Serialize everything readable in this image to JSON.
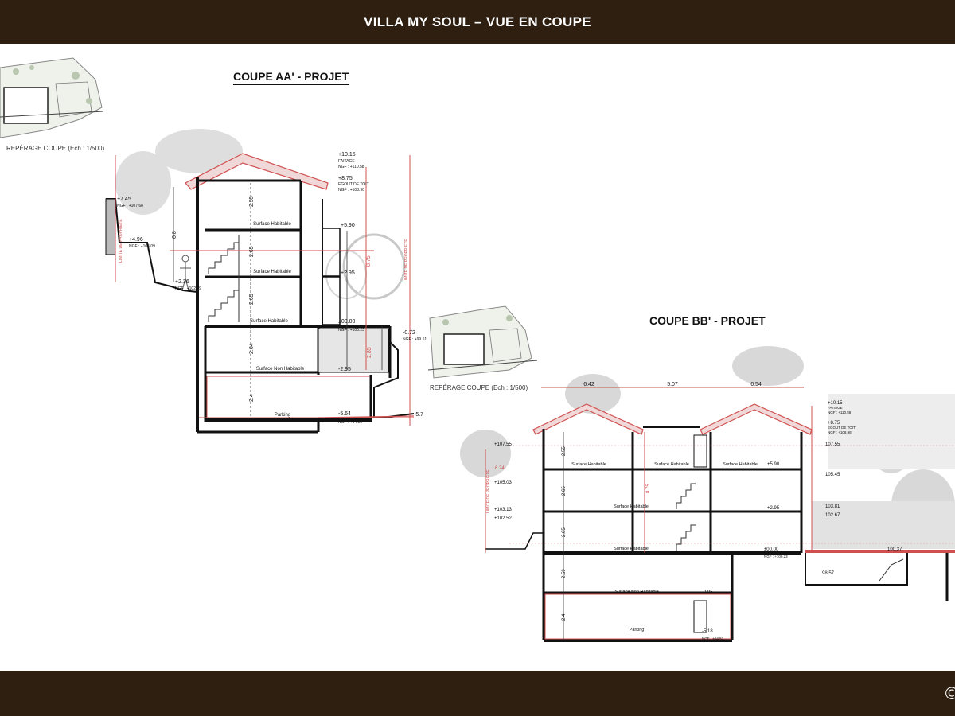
{
  "header": {
    "title": "VILLA MY SOUL – VUE EN COUPE"
  },
  "footer": {
    "corner_glyph": "©"
  },
  "section_aa": {
    "title": "COUPE AA' - PROJET",
    "locator_label": "REPÉRAGE COUPE (Ech : 1/500)",
    "levels": {
      "ridge": "+10.15",
      "ridge_sub": "FAITAGE",
      "ridge_ngf": "NGF : +110.58",
      "eave": "+8.75",
      "eave_sub": "EGOUT DE TOIT",
      "eave_ngf": "NGF : +108.90",
      "l590": "+5.90",
      "l295": "+2.95",
      "l000": "±00.00",
      "l000_ngf": "NGF : +100.23",
      "lm295": "-2.95",
      "lm564": "-5.64",
      "lm564_ngf": "NGF : +94.59",
      "left_745": "+7.45",
      "left_745_ngf": "NGF : +107.68",
      "left_496": "+4.96",
      "left_496_ngf": "NGF : +105.09",
      "left_236": "+2.36",
      "left_236_ngf": "NGF : +102.59",
      "right_072": "-0.72",
      "right_072_ngf": "NGF : +99.51",
      "right_57": "-5.7"
    },
    "dims": {
      "d255": "2.55",
      "d265a": "2.65",
      "d265b": "2.65",
      "d264": "2.64",
      "d24": "2.4",
      "d875": "8.75",
      "d285": "2.85",
      "d68": "6.8"
    },
    "rooms": {
      "hab1": "Surface Habitable",
      "hab2": "Surface Habitable",
      "hab3": "Surface Habitable",
      "nonhab": "Surface Non Habitable",
      "parking": "Parking"
    },
    "limits": {
      "left": "LIMITE DE PROPRIETE",
      "right": "LIMITE DE PROPRIETE"
    }
  },
  "section_bb": {
    "title": "COUPE BB' - PROJET",
    "locator_label": "REPÉRAGE COUPE (Ech : 1/500)",
    "top_dims": {
      "a": "6.42",
      "b": "5.07",
      "c": "6.54"
    },
    "levels": {
      "ridge": "+10.15",
      "ridge_sub": "FAITAGE",
      "ridge_ngf": "NGF : +110.58",
      "eave": "+8.75",
      "eave_sub": "EGOUT DE TOIT",
      "eave_ngf": "NGF : +108.98",
      "l590": "+5.90",
      "l295": "+2.95",
      "l000": "±00.00",
      "l000_ngf": "NGF : +100.23",
      "lm295": "-2.95",
      "lm518": "-5.18",
      "lm518_ngf": "NGF : +94.53",
      "left_10755": "+107.55",
      "left_10503": "+105.03",
      "left_10313": "+103.13",
      "left_10252": "+102.52",
      "right_10755": "107.55",
      "right_10545": "105.45",
      "right_10381": "103.81",
      "right_10267": "102.67",
      "pool_top": "100.37",
      "pool_bottom": "98.57"
    },
    "dims": {
      "d255": "2.55",
      "d265a": "2.65",
      "d265b": "2.65",
      "d259": "2.59",
      "d24": "2.4",
      "d875": "8.75",
      "d624": "6.24"
    },
    "rooms": {
      "hab_l3": "Surface Habitable",
      "hab_c3": "Surface Habitable",
      "hab_r3": "Surface Habitable",
      "hab_c2": "Surface Habitable",
      "hab_c1": "Surface Habitable",
      "nonhab": "Surface Non Habitable",
      "parking": "Parking"
    },
    "limits": {
      "left": "LIMITE DE PROPRIETE"
    }
  },
  "colors": {
    "bar": "#2e1f10",
    "red_line": "#e05050",
    "structure": "#111111",
    "vegetation": "#cccccc"
  }
}
